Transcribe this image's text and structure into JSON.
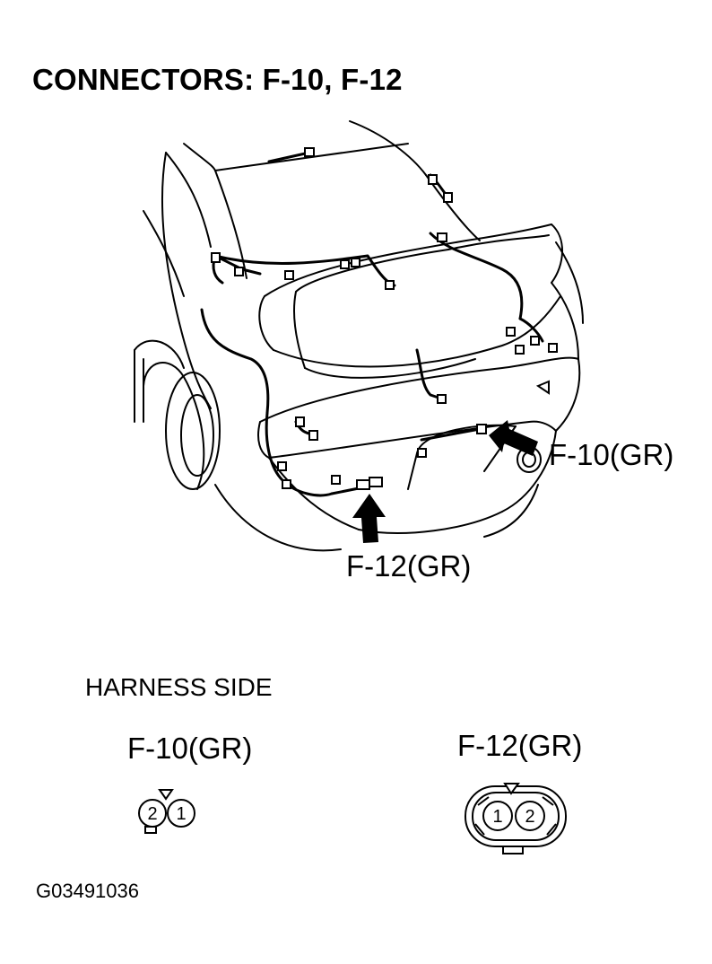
{
  "title": "CONNECTORS: F-10, F-12",
  "callouts": {
    "f10": "F-10(GR)",
    "f12": "F-12(GR)"
  },
  "harness_side": {
    "heading": "HARNESS SIDE",
    "f10": {
      "label": "F-10(GR)",
      "pins": [
        "2",
        "1"
      ]
    },
    "f12": {
      "label": "F-12(GR)",
      "pins": [
        "1",
        "2"
      ]
    }
  },
  "figure_code": "G03491036"
}
